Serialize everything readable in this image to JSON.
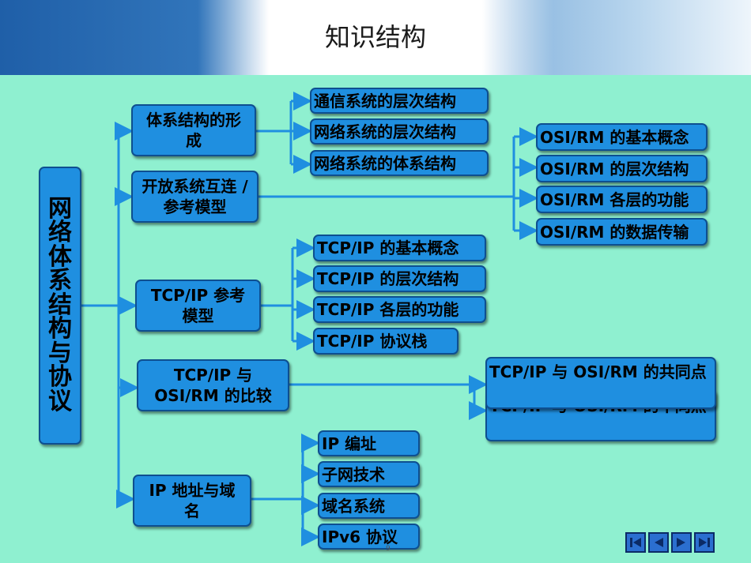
{
  "title": "知识结构",
  "root": {
    "chars": [
      "网",
      "络",
      "体",
      "系",
      "结",
      "构",
      "与",
      "协",
      "议"
    ]
  },
  "branches": [
    {
      "label": "体系结构的形成",
      "children": [
        "通信系统的层次结构",
        "网络系统的层次结构",
        "网络系统的体系结构"
      ]
    },
    {
      "label": "开放系统互连 / 参考模型",
      "children": [
        "OSI/RM 的基本概念",
        "OSI/RM 的层次结构",
        "OSI/RM 各层的功能",
        "OSI/RM 的数据传输"
      ]
    },
    {
      "label": "TCP/IP 参考模型",
      "children": [
        "TCP/IP 的基本概念",
        "TCP/IP 的层次结构",
        "TCP/IP 各层的功能",
        "TCP/IP 协议栈"
      ]
    },
    {
      "label": "TCP/IP 与 OSI/RM 的比较",
      "children": [
        "TCP/IP 与 OSI/RM 的共同点",
        "TCP/IP 与 OSI/RM 的不同点"
      ]
    },
    {
      "label": "IP 地址与域名",
      "children": [
        "IP 编址",
        "子网技术",
        "域名系统",
        "IPv6 协议"
      ]
    }
  ],
  "page_number": "9",
  "colors": {
    "node": "#1f8fe0",
    "border": "#0e4f90",
    "background": "#8ff0d0",
    "line": "#1f8fe0"
  },
  "nav_icons": [
    "first-page-icon",
    "prev-page-icon",
    "next-page-icon",
    "last-page-icon"
  ]
}
